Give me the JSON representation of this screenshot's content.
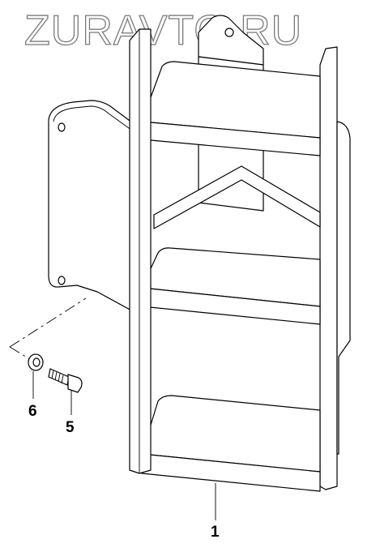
{
  "watermark": "ZURAVTO.RU",
  "callouts": {
    "part_1": "1",
    "part_5": "5",
    "part_6": "6"
  },
  "colors": {
    "line": "#000000",
    "watermark": "#7a7a7a",
    "background": "#ffffff"
  }
}
